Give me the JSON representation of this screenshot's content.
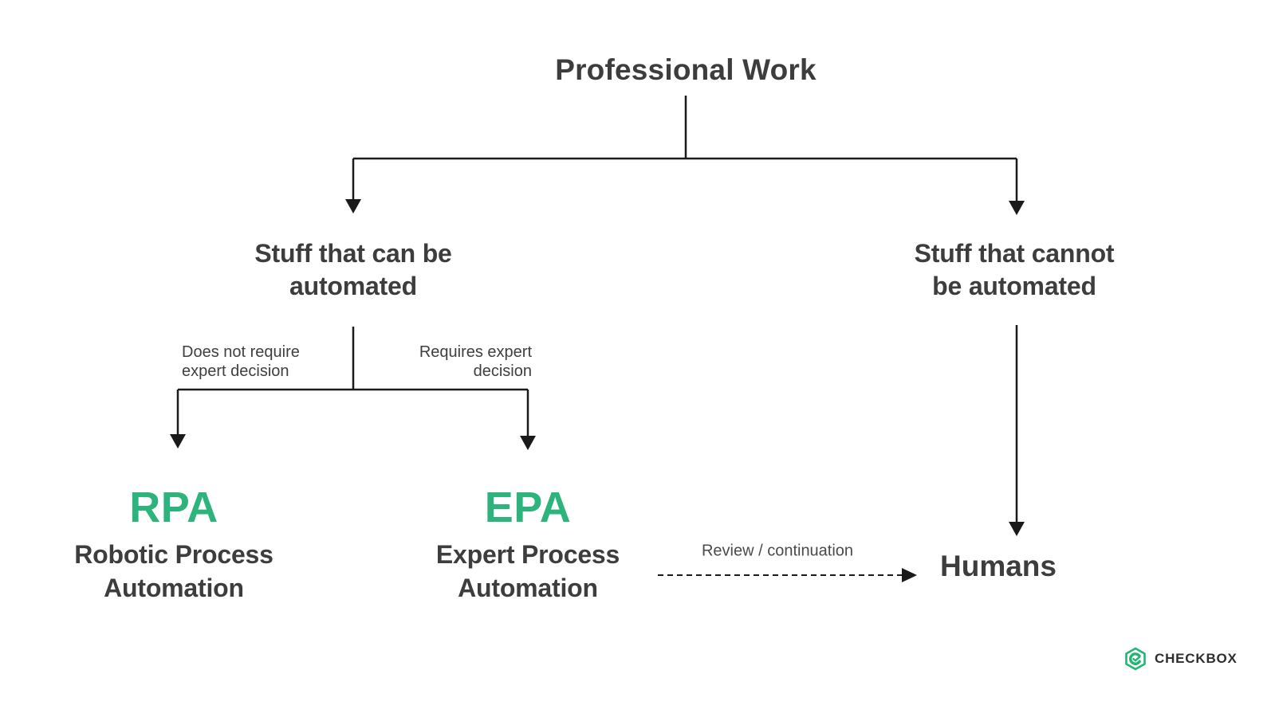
{
  "diagram": {
    "title": "Professional Work",
    "nodes": {
      "can_be_automated": {
        "line1": "Stuff that can be",
        "line2": "automated"
      },
      "cannot_be_automated": {
        "line1": "Stuff that cannot",
        "line2": "be automated"
      },
      "rpa": {
        "abbr": "RPA",
        "line1": "Robotic Process",
        "line2": "Automation"
      },
      "epa": {
        "abbr": "EPA",
        "line1": "Expert Process",
        "line2": "Automation"
      },
      "humans": {
        "label": "Humans"
      }
    },
    "edge_labels": {
      "no_expert": {
        "line1": "Does not require",
        "line2": "expert decision"
      },
      "expert": {
        "line1": "Requires expert",
        "line2": "decision"
      },
      "review": "Review / continuation"
    },
    "colors": {
      "accent_green": "#2db47d",
      "text_dark": "#3d3d3d",
      "connector_black": "#1a1a1a",
      "logo_green": "#22b573",
      "logo_text_dark": "#2d2d2d"
    },
    "branding": {
      "logo_text": "CHECKBOX"
    }
  }
}
